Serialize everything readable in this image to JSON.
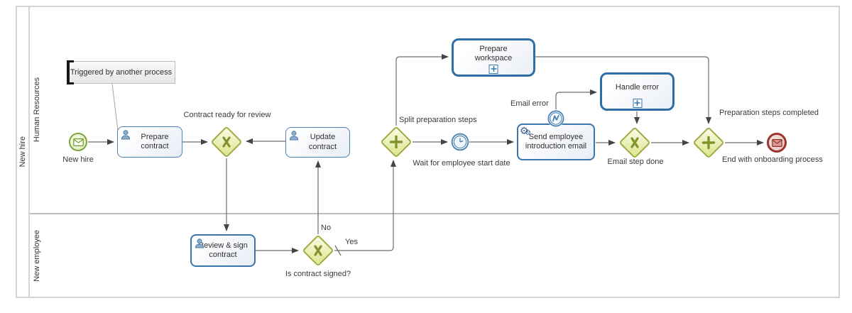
{
  "pool": {
    "label": "New hire"
  },
  "lanes": [
    {
      "label": "Human Resources"
    },
    {
      "label": "New employee"
    }
  ],
  "annotation": {
    "text": "Triggered by another process"
  },
  "events": {
    "start": {
      "label": "New hire",
      "icon": "envelope-icon"
    },
    "timer": {
      "label": "Wait for employee start date",
      "icon": "clock-icon"
    },
    "boundary_error": {
      "label": "Email error",
      "icon": "error-zigzag-icon"
    },
    "end": {
      "label": "End with onboarding process",
      "icon": "envelope-icon"
    }
  },
  "tasks": {
    "prepare_contract": {
      "label": "Prepare contract",
      "icon": "user-icon"
    },
    "update_contract": {
      "label": "Update contract",
      "icon": "user-icon"
    },
    "review_sign_contract": {
      "label": "Review & sign contract",
      "icon": "user-icon"
    },
    "send_intro_email": {
      "label": "Send employee introduction email",
      "icon": "gears-icon"
    }
  },
  "subprocesses": {
    "prepare_workspace": {
      "label": "Prepare workspace",
      "marker": "plus"
    },
    "handle_error": {
      "label": "Handle error",
      "marker": "plus"
    }
  },
  "gateways": {
    "merge_contract": {
      "label": "Contract ready for review",
      "type": "exclusive"
    },
    "contract_signed": {
      "label": "Is contract signed?",
      "yes": "Yes",
      "no": "No",
      "type": "exclusive"
    },
    "split_prep": {
      "label": "Split preparation steps",
      "type": "parallel"
    },
    "email_done": {
      "label": "Email step done",
      "type": "exclusive"
    },
    "join_prep": {
      "label": "Preparation steps completed",
      "type": "parallel"
    }
  },
  "colors": {
    "task_border": "#4d82b8",
    "subprocess_border": "#2f6da6",
    "gateway_border": "#a0ab41",
    "gateway_symbol": "#7f942c",
    "start_green": "#7da43b",
    "event_blue": "#4381b5",
    "end_red": "#9c352e",
    "flow_line": "#6e6e6e",
    "pool_border": "#d4d4d4"
  }
}
